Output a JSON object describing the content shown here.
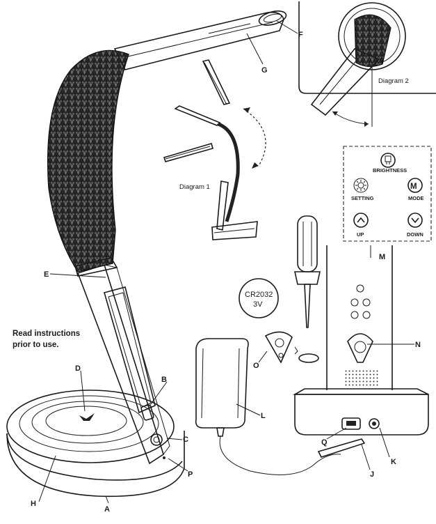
{
  "note": {
    "line1": "Read instructions",
    "line2": "prior to use."
  },
  "diagram_captions": {
    "diagram1": "Diagram 1",
    "diagram2": "Diagram 2"
  },
  "battery": {
    "line1": "CR2032",
    "line2": "3V"
  },
  "controls": {
    "brightness": "BRIGHTNESS",
    "setting": "SETTING",
    "mode": "MODE",
    "mode_glyph": "M",
    "up": "UP",
    "down": "DOWN"
  },
  "part_labels": {
    "A": "A",
    "B": "B",
    "C": "C",
    "D": "D",
    "E": "E",
    "F": "F",
    "G": "G",
    "H": "H",
    "J": "J",
    "K": "K",
    "L": "L",
    "M": "M",
    "N": "N",
    "O": "O",
    "P": "P",
    "Q": "Q"
  },
  "icons": [
    "bulb-icon",
    "gear-icon",
    "chevron-up-icon",
    "chevron-down-icon",
    "screwdriver-icon",
    "adapter-icon",
    "remote-fob-icon"
  ]
}
